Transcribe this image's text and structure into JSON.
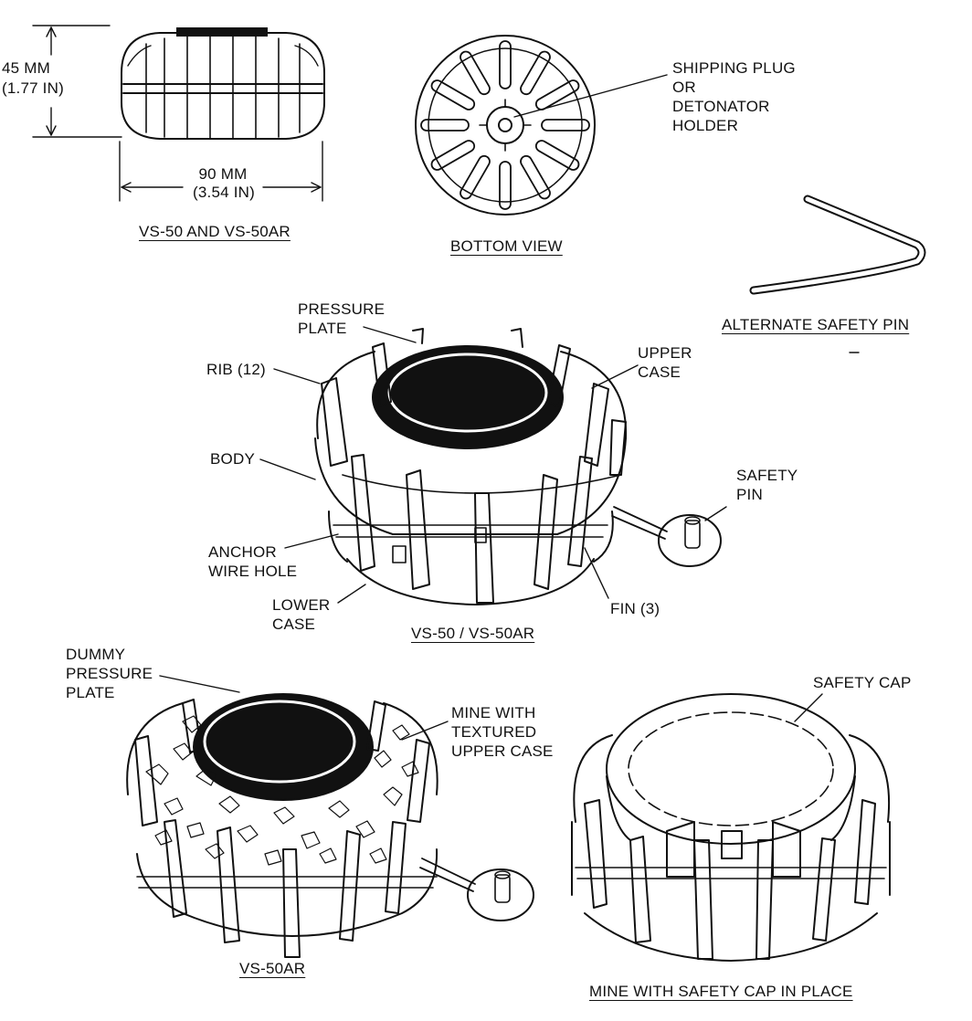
{
  "dimensions": {
    "height_mm": "45 MM",
    "height_in": "(1.77 IN)",
    "width_mm": "90 MM",
    "width_in": "(3.54 IN)"
  },
  "captions": {
    "side_view": "VS-50 AND VS-50AR",
    "bottom_view": "BOTTOM VIEW",
    "alternate_pin": "ALTERNATE SAFETY PIN",
    "main_view": "VS-50 / VS-50AR",
    "textured_view": "VS-50AR",
    "cap_view": "MINE WITH SAFETY CAP IN PLACE"
  },
  "callouts": {
    "shipping_plug": "SHIPPING PLUG\nOR\nDETONATOR\nHOLDER",
    "pressure_plate": "PRESSURE\nPLATE",
    "rib": "RIB (12)",
    "upper_case": "UPPER\nCASE",
    "body": "BODY",
    "safety_pin": "SAFETY\nPIN",
    "anchor_wire_hole": "ANCHOR\nWIRE HOLE",
    "lower_case": "LOWER\nCASE",
    "fin": "FIN (3)",
    "dummy_pressure_plate": "DUMMY\nPRESSURE\nPLATE",
    "textured_upper_case": "MINE WITH\nTEXTURED\nUPPER CASE",
    "safety_cap": "SAFETY CAP"
  }
}
